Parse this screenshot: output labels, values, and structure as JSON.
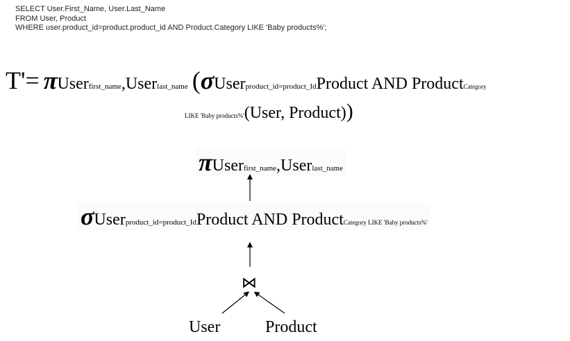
{
  "sql": {
    "line1": "SELECT User.First_Name, User.Last_Name",
    "line2": "FROM User, Product",
    "line3": "WHERE user.product_id=product.product_id AND Product.Category LIKE 'Baby products%';"
  },
  "expression": {
    "lhs": "T'=",
    "pi": "π",
    "sigma": "σ",
    "user_word": "User",
    "first_name_sub": "first_name",
    "comma": ",",
    "last_name_sub": "last_name",
    "open_paren": "(",
    "close_paren": ")",
    "product_id_sub": "product_id=product_Id",
    "product_and_product": "Product AND Product",
    "category_sub": "Category",
    "like_sub": "LIKE 'Baby products%'",
    "relations": "(User, Product)",
    "close_parens_double": ")"
  },
  "tree": {
    "projection": {
      "pi": "π",
      "user_word": "User",
      "first_name_sub": "first_name",
      "comma": ",",
      "last_name_sub": "last_name"
    },
    "selection": {
      "sigma": "σ",
      "user_word": "User",
      "product_id_sub": "product_id=product_Id",
      "product_and_product": "Product AND Product",
      "category_like_sub": "Category LIKE 'Baby products%'"
    },
    "join_symbol": "⋈",
    "left_leaf": "User",
    "right_leaf": "Product"
  }
}
